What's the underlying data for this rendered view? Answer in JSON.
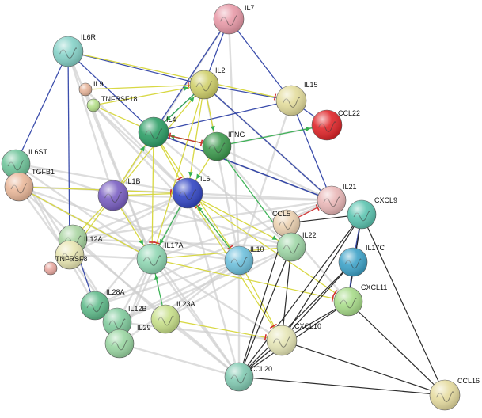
{
  "nodes": [
    {
      "id": "IL7",
      "label": "IL7",
      "color": "#e89aa8"
    },
    {
      "id": "IL6R",
      "label": "IL6R",
      "color": "#86d2c8"
    },
    {
      "id": "IL2",
      "label": "IL2",
      "color": "#cfcf6a"
    },
    {
      "id": "IL9",
      "label": "IL9",
      "color": "#e6b49a"
    },
    {
      "id": "TNFRSF18",
      "label": "TNFRSF18",
      "color": "#b6e08a"
    },
    {
      "id": "IL15",
      "label": "IL15",
      "color": "#e3dc9c"
    },
    {
      "id": "CCL22",
      "label": "CCL22",
      "color": "#e0262a"
    },
    {
      "id": "IL4",
      "label": "IL4",
      "color": "#2d9e66"
    },
    {
      "id": "IFNG",
      "label": "IFNG",
      "color": "#3d9a4e"
    },
    {
      "id": "IL6ST",
      "label": "IL6ST",
      "color": "#6fc49a"
    },
    {
      "id": "TGFB1",
      "label": "TGFB1",
      "color": "#eab89a"
    },
    {
      "id": "IL1B",
      "label": "IL1B",
      "color": "#7a5fc2"
    },
    {
      "id": "IL6",
      "label": "IL6",
      "color": "#3346c4"
    },
    {
      "id": "IL21",
      "label": "IL21",
      "color": "#eab8b8"
    },
    {
      "id": "CXCL9",
      "label": "CXCL9",
      "color": "#5cc4b0"
    },
    {
      "id": "CCL5",
      "label": "CCL5",
      "color": "#ecd2b2"
    },
    {
      "id": "IL22",
      "label": "IL22",
      "color": "#9ed6a6"
    },
    {
      "id": "IL12A",
      "label": "IL12A",
      "color": "#a8d4a0"
    },
    {
      "id": "TNFRSF8",
      "label": "TNFRSF8",
      "color": "#e8e6b2"
    },
    {
      "id": "IL17A",
      "label": "IL17A",
      "color": "#8fd6b2"
    },
    {
      "id": "IL10",
      "label": "IL10",
      "color": "#6ec0dc"
    },
    {
      "id": "IL17C",
      "label": "IL17C",
      "color": "#3ea2c8"
    },
    {
      "id": "SMALL1",
      "label": "",
      "color": "#e8a8a0"
    },
    {
      "id": "IL28A",
      "label": "IL28A",
      "color": "#5fba8a"
    },
    {
      "id": "CXCL11",
      "label": "CXCL11",
      "color": "#a8dc8a"
    },
    {
      "id": "IL12B",
      "label": "IL12B",
      "color": "#82cc9e"
    },
    {
      "id": "IL23A",
      "label": "IL23A",
      "color": "#c8e08a"
    },
    {
      "id": "IL29",
      "label": "IL29",
      "color": "#9ad6a2"
    },
    {
      "id": "CXCL10",
      "label": "CXCL10",
      "color": "#e6e6b6"
    },
    {
      "id": "CCL20",
      "label": "CCL20",
      "color": "#82cab2"
    },
    {
      "id": "CCL16",
      "label": "CCL16",
      "color": "#e6dca0"
    }
  ],
  "edge_colors": {
    "gray": "#cfcfcf",
    "blue": "#3245a8",
    "yellow": "#d6d63a",
    "black": "#222222",
    "green": "#36b050",
    "red": "#d03030"
  }
}
